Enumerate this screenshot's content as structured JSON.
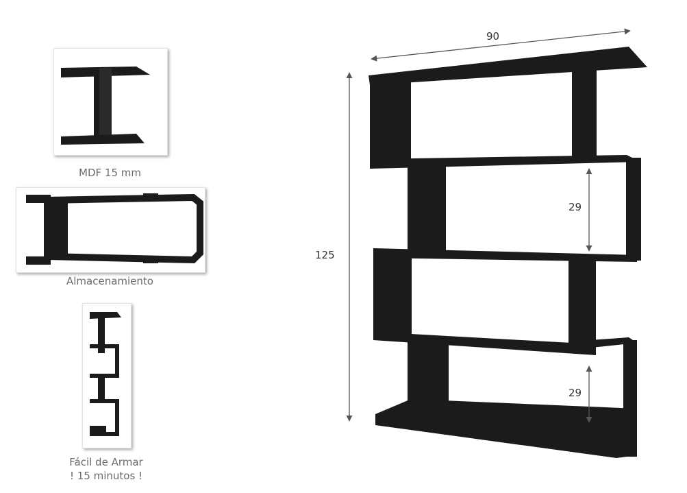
{
  "thumbnails": [
    {
      "caption": "MDF 15 mm"
    },
    {
      "caption": "Almacenamiento"
    },
    {
      "caption_line1": "Fácil de Armar",
      "caption_line2": "! 15 minutos !"
    }
  ],
  "dimensions": {
    "width": "90",
    "height": "125",
    "shelf_height_upper": "29",
    "shelf_height_lower": "29"
  },
  "colors": {
    "panel": "#1b1b1b",
    "caption": "#6b6b6b",
    "arrow": "#555555"
  }
}
